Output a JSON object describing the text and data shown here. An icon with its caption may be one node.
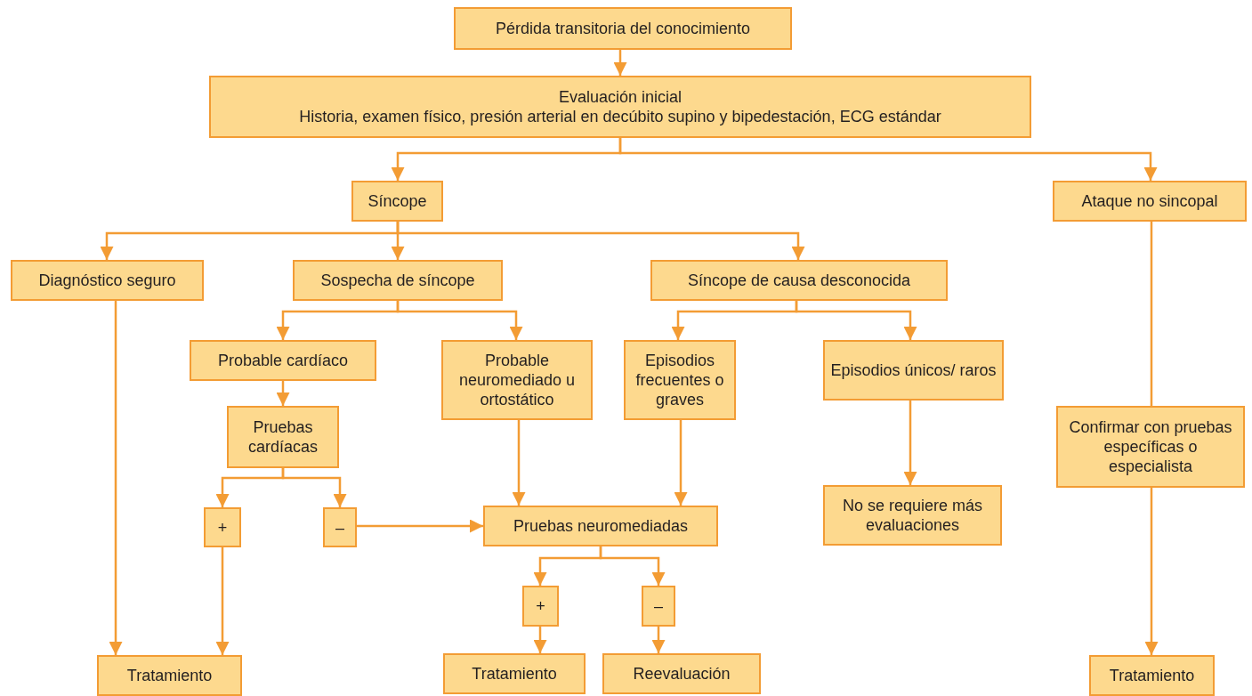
{
  "diagram": {
    "nodes": [
      {
        "text": [
          "Pérdida transitoria del conocimiento"
        ]
      },
      {
        "text": [
          "Evaluación inicial",
          "Historia, examen físico, presión arterial en decúbito supino y bipedestación, ECG estándar"
        ]
      },
      {
        "text": [
          "Síncope"
        ]
      },
      {
        "text": [
          "Ataque no sincopal"
        ]
      },
      {
        "text": [
          "Diagnóstico seguro"
        ]
      },
      {
        "text": [
          "Sospecha de síncope"
        ]
      },
      {
        "text": [
          "Síncope de causa desconocida"
        ]
      },
      {
        "text": [
          "Probable cardíaco"
        ]
      },
      {
        "text": [
          "Probable neuromediado u ortostático"
        ]
      },
      {
        "text": [
          "Episodios frecuentes o graves"
        ]
      },
      {
        "text": [
          "Episodios únicos/ raros"
        ]
      },
      {
        "text": [
          "Pruebas cardíacas"
        ]
      },
      {
        "text": [
          "Confirmar con pruebas específicas o especialista"
        ]
      },
      {
        "text": [
          "+"
        ]
      },
      {
        "text": [
          "–"
        ]
      },
      {
        "text": [
          "Pruebas neuromediadas"
        ]
      },
      {
        "text": [
          "No se requiere más evaluaciones"
        ]
      },
      {
        "text": [
          "+"
        ]
      },
      {
        "text": [
          "–"
        ]
      },
      {
        "text": [
          "Tratamiento"
        ]
      },
      {
        "text": [
          "Tratamiento"
        ]
      },
      {
        "text": [
          "Reevaluación"
        ]
      },
      {
        "text": [
          "Tratamiento"
        ]
      }
    ],
    "edges": [
      {
        "from": 0,
        "to": 1,
        "arrow": "to"
      },
      {
        "from": 1,
        "to": 2,
        "arrow": "to"
      },
      {
        "from": 1,
        "to": 3,
        "arrow": "to"
      },
      {
        "from": 2,
        "to": 4,
        "arrow": "to"
      },
      {
        "from": 2,
        "to": 5,
        "arrow": "to"
      },
      {
        "from": 2,
        "to": 6,
        "arrow": "to"
      },
      {
        "from": 5,
        "to": 7,
        "arrow": "to"
      },
      {
        "from": 5,
        "to": 8,
        "arrow": "to"
      },
      {
        "from": 6,
        "to": 9,
        "arrow": "to"
      },
      {
        "from": 6,
        "to": 10,
        "arrow": "to"
      },
      {
        "from": 7,
        "to": 11,
        "arrow": "to"
      },
      {
        "from": 11,
        "to": 13,
        "arrow": "to"
      },
      {
        "from": 11,
        "to": 14,
        "arrow": "to"
      },
      {
        "from": 14,
        "to": 15,
        "arrow": "to"
      },
      {
        "from": 8,
        "to": 15,
        "arrow": "to"
      },
      {
        "from": 9,
        "to": 15,
        "arrow": "to"
      },
      {
        "from": 10,
        "to": 16,
        "arrow": "to"
      },
      {
        "from": 3,
        "to": 12,
        "arrow": "none"
      },
      {
        "from": 15,
        "to": 17,
        "arrow": "to"
      },
      {
        "from": 15,
        "to": 18,
        "arrow": "to"
      },
      {
        "from": 4,
        "to": 19,
        "arrow": "to"
      },
      {
        "from": 13,
        "to": 19,
        "arrow": "to"
      },
      {
        "from": 17,
        "to": 20,
        "arrow": "to"
      },
      {
        "from": 18,
        "to": 21,
        "arrow": "to"
      },
      {
        "from": 12,
        "to": 22,
        "arrow": "to"
      }
    ]
  }
}
